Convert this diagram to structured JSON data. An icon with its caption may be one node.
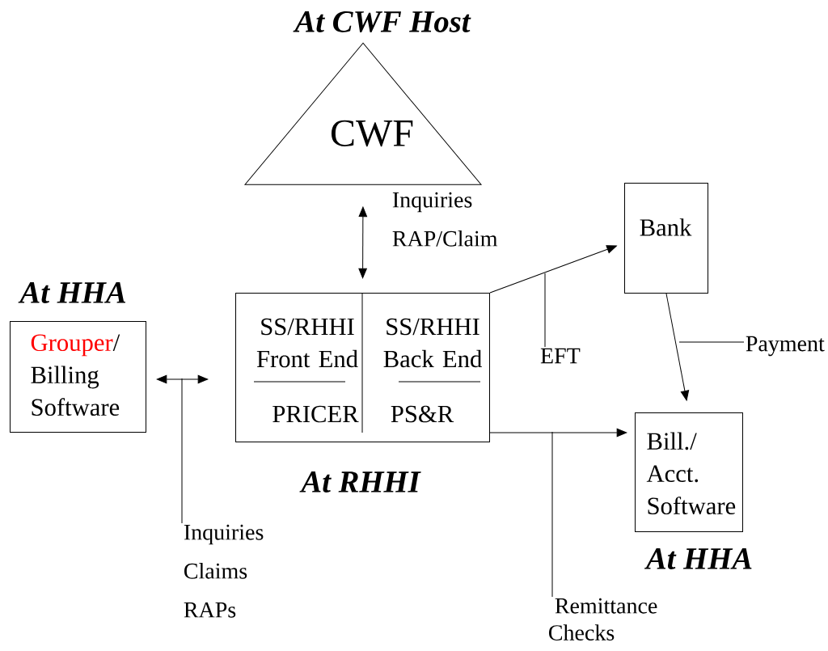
{
  "diagram": {
    "nodes": [
      {
        "text": [
          "CWF"
        ],
        "beside": [
          "At CWF Host"
        ]
      },
      {
        "text": [
          "SS/RHHI Front End",
          "PRICER",
          "SS/RHHI Back End",
          "PS&R"
        ],
        "beside": [
          "At RHHI"
        ]
      },
      {
        "text": [
          "Grouper",
          "/",
          "Billing Software"
        ],
        "beside": [
          "At HHA"
        ]
      },
      {
        "text": [
          "Bank"
        ]
      },
      {
        "text": [
          "Bill./ Acct. Software"
        ],
        "beside": [
          "At HHA"
        ]
      },
      {
        "text": [
          "Inquiries Claims RAPs"
        ]
      },
      {
        "text": [
          "EFT"
        ]
      },
      {
        "text": [
          "Payment"
        ]
      },
      {
        "text": [
          "Remittance Checks"
        ]
      }
    ],
    "edges": [
      {
        "from": 0,
        "to": 1,
        "arrow": "both",
        "label": "Inquiries RAP/Claim"
      },
      {
        "from": 2,
        "to": 1,
        "arrow": "both"
      },
      {
        "from": 1,
        "to": 3,
        "arrow": "to"
      },
      {
        "from": 3,
        "to": 4,
        "arrow": "to"
      },
      {
        "from": 1,
        "to": 4,
        "arrow": "to"
      },
      {
        "from": 5,
        "to": null,
        "arrow": "none"
      },
      {
        "from": 6,
        "to": null,
        "arrow": "none"
      },
      {
        "from": 7,
        "to": null,
        "arrow": "none"
      },
      {
        "from": 8,
        "to": null,
        "arrow": "none"
      }
    ]
  }
}
